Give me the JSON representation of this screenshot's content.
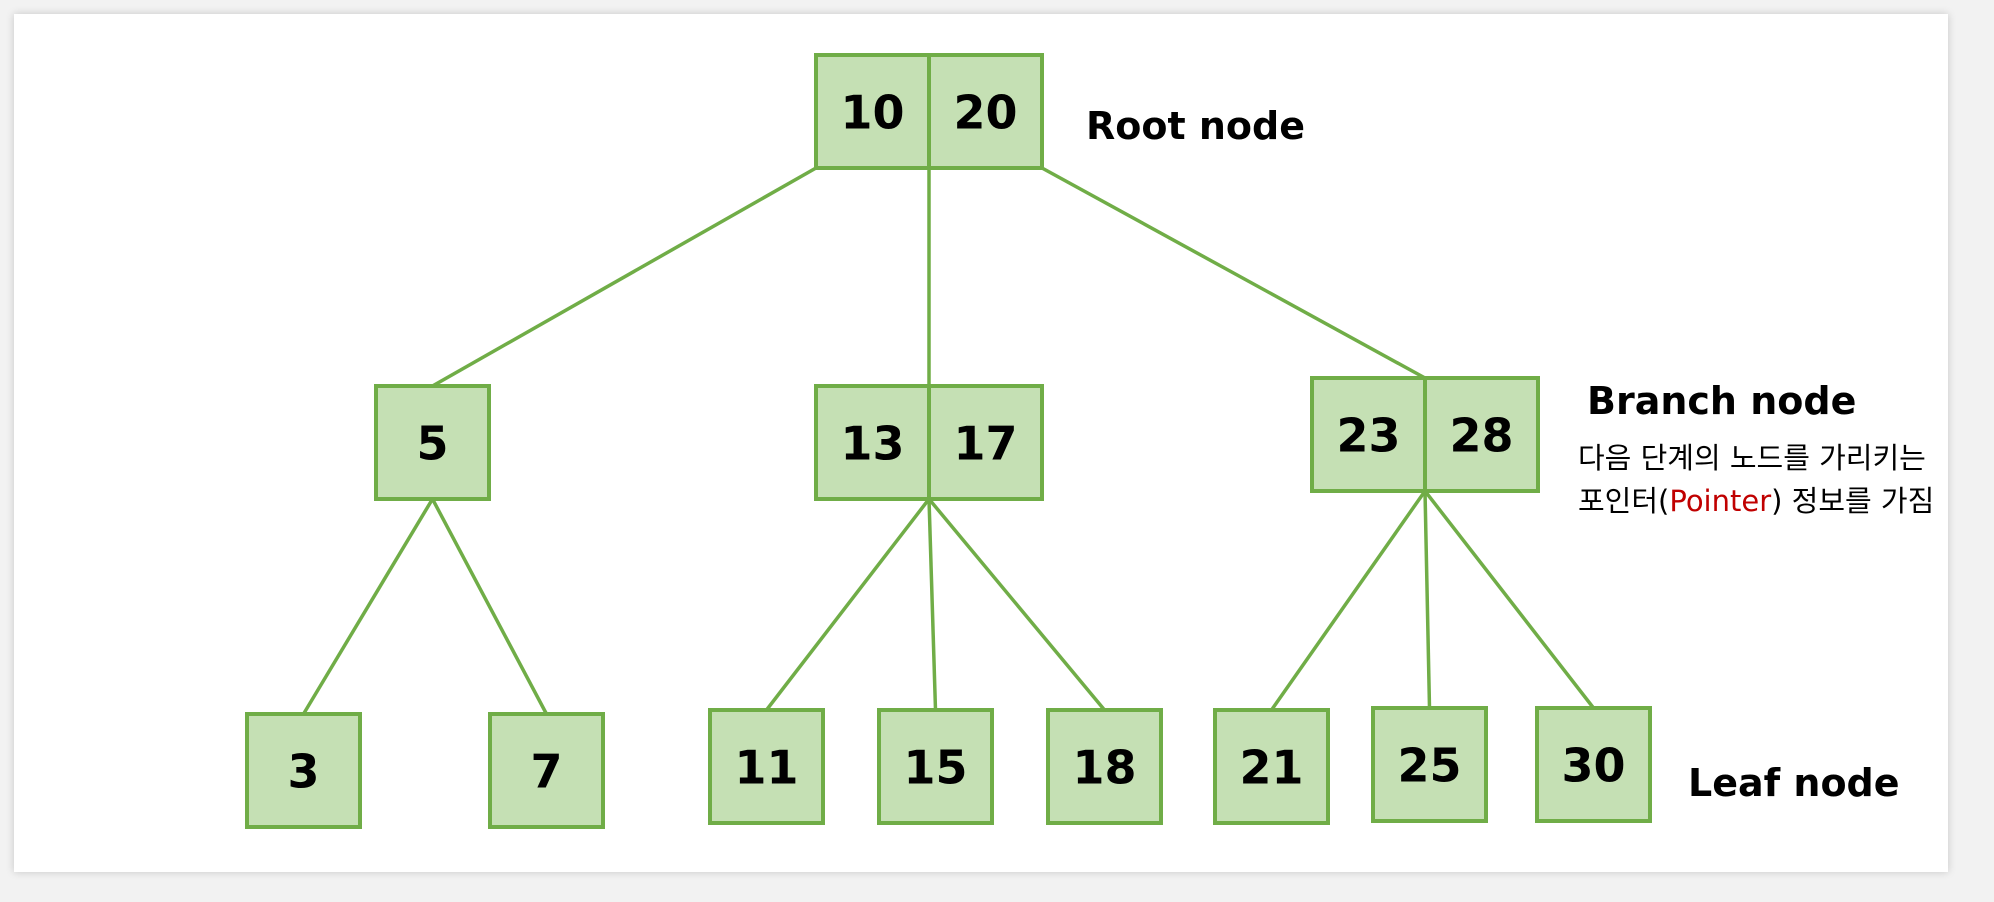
{
  "colors": {
    "node_fill": "#c5e0b4",
    "node_border": "#70ad47",
    "edge": "#70ad47",
    "highlight": "#c00000"
  },
  "tree": {
    "root": {
      "keys": [
        "10",
        "20"
      ]
    },
    "branches": [
      {
        "keys": [
          "5"
        ]
      },
      {
        "keys": [
          "13",
          "17"
        ]
      },
      {
        "keys": [
          "23",
          "28"
        ]
      }
    ],
    "leaves": [
      {
        "keys": [
          "3"
        ]
      },
      {
        "keys": [
          "7"
        ]
      },
      {
        "keys": [
          "11"
        ]
      },
      {
        "keys": [
          "15"
        ]
      },
      {
        "keys": [
          "18"
        ]
      },
      {
        "keys": [
          "21"
        ]
      },
      {
        "keys": [
          "25"
        ]
      },
      {
        "keys": [
          "30"
        ]
      }
    ]
  },
  "labels": {
    "root": "Root node",
    "branch": "Branch node",
    "leaf": "Leaf node"
  },
  "annotation": {
    "line1": "다음 단계의 노드를 가리키는",
    "line2_before": "포인터(",
    "line2_highlight": "Pointer",
    "line2_after": ") 정보를 가짐"
  }
}
